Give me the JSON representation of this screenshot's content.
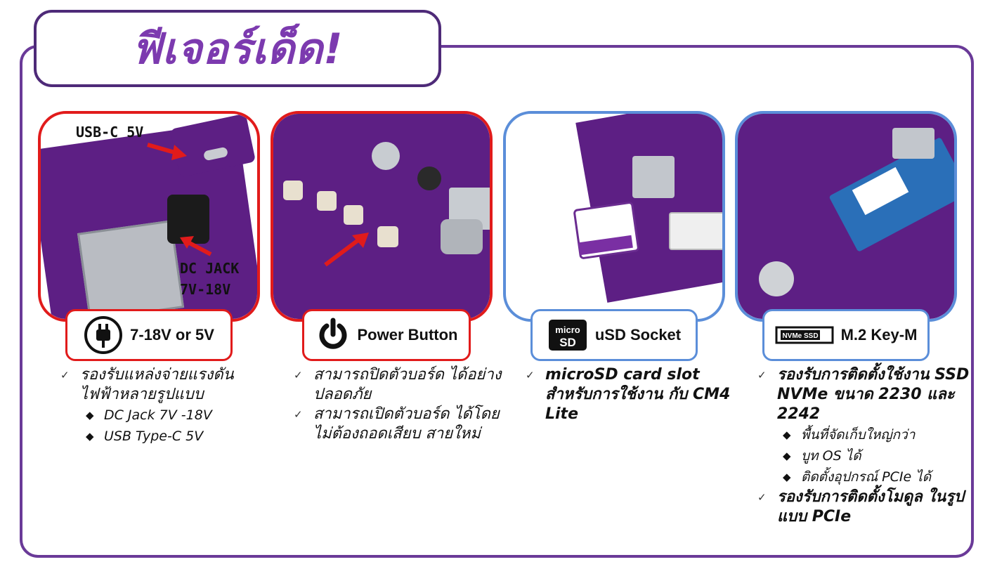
{
  "title": "ฟีเจอร์เด็ด!",
  "cards": [
    {
      "label": "7-18V or 5V",
      "icon": "power-plug-icon",
      "photo_callouts": [
        "USB-C 5V",
        "DC JACK",
        "7V-18V"
      ],
      "bullets": [
        {
          "text": "รองรับแหล่งจ่ายแรงดัน ไฟฟ้าหลายรูปแบบ",
          "sub": [
            "DC Jack 7V -18V",
            "USB Type-C 5V"
          ]
        }
      ]
    },
    {
      "label": "Power Button",
      "icon": "power-symbol-icon",
      "bullets": [
        {
          "text": "สามารถปิดตัวบอร์ด ได้อย่างปลอดภัย"
        },
        {
          "text": "สามารถเปิดตัวบอร์ด ได้โดยไม่ต้องถอดเสียบ สายใหม่"
        }
      ]
    },
    {
      "label": "uSD Socket",
      "icon": "microsd-logo-icon",
      "bullets": [
        {
          "text": "microSD card slot สำหรับการใช้งาน กับ CM4 Lite"
        }
      ]
    },
    {
      "label": "M.2 Key-M",
      "icon": "nvme-ssd-icon",
      "bullets": [
        {
          "text": "รองรับการติดตั้งใช้งาน SSD NVMe ขนาด 2230 และ 2242",
          "sub": [
            "พื้นที่จัดเก็บใหญ่กว่า",
            "บูท OS ได้",
            "ติดตั้งอุปกรณ์ PCIe ได้"
          ]
        },
        {
          "text": "รองรับการติดตั้งโมดูล ในรูปแบบ PCIe"
        }
      ]
    }
  ]
}
